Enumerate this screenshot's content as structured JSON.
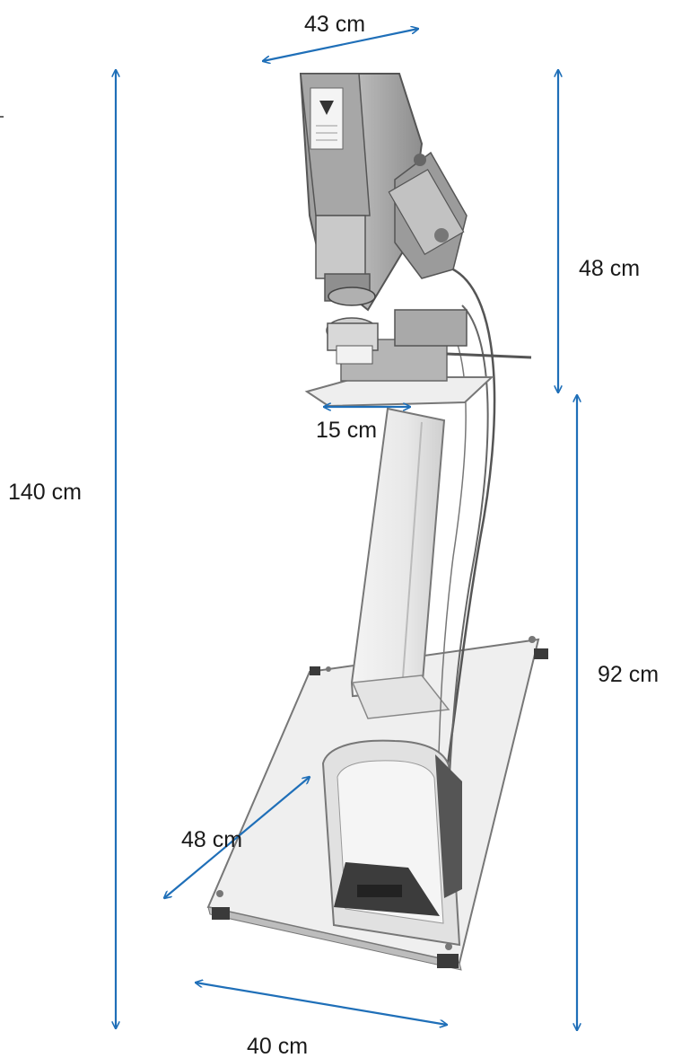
{
  "colors": {
    "arrow": "#1f6fb8",
    "machine_dark": "#8a8a8a",
    "machine_mid": "#b9b9b9",
    "machine_light": "#e6e6e6",
    "base": "#f0f0f0",
    "pedal": "#dcdcdc",
    "outline": "#6e6e6e"
  },
  "labels": {
    "top_width": "43 cm",
    "head_height": "48 cm",
    "table_width": "15 cm",
    "total_height": "140 cm",
    "stand_height": "92 cm",
    "base_depth": "48 cm",
    "base_width": "40 cm"
  }
}
